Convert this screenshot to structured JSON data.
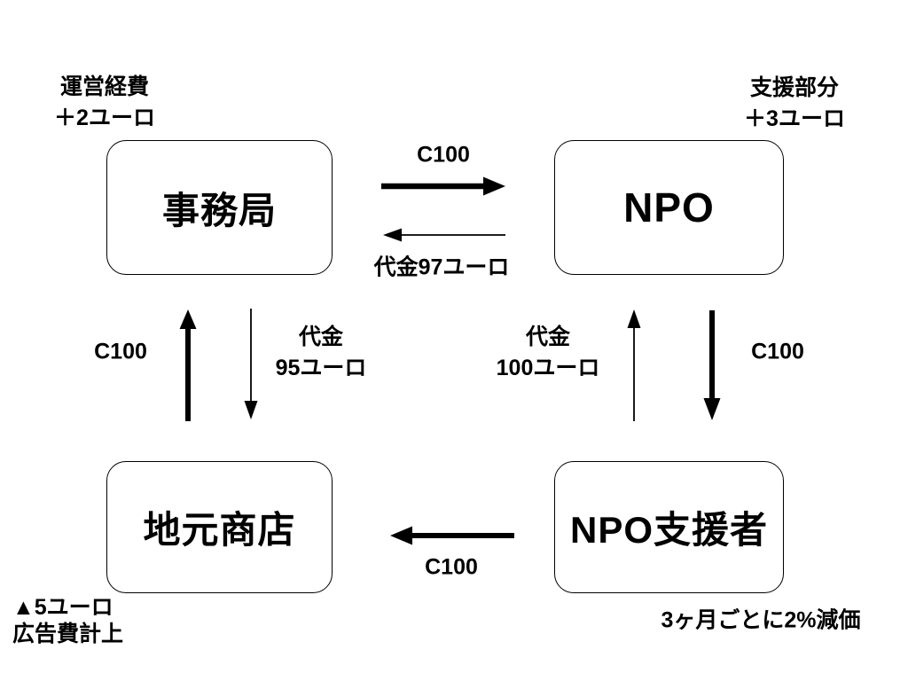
{
  "background": "#ffffff",
  "colors": {
    "stroke": "#000000",
    "text": "#000000"
  },
  "nodes": {
    "office": {
      "label": "事務局"
    },
    "npo": {
      "label": "NPO"
    },
    "local_shops": {
      "label": "地元商店"
    },
    "npo_supporters": {
      "label": "NPO支援者"
    }
  },
  "annotations": {
    "office_note": {
      "line1": "運営経費",
      "line2": "＋2ユーロ"
    },
    "npo_note": {
      "line1": "支援部分",
      "line2": "＋3ユーロ"
    },
    "shops_note": {
      "line1": "▲5ユーロ",
      "line2": "広告費計上"
    },
    "supporters_note": {
      "line1": "3ヶ月ごとに2%減価"
    }
  },
  "flows": {
    "office_to_npo": {
      "label": "C100",
      "from": "office",
      "to": "npo",
      "style": "thick"
    },
    "npo_to_office": {
      "label": "代金97ユーロ",
      "from": "npo",
      "to": "office",
      "style": "thin"
    },
    "shops_to_office": {
      "label": "C100",
      "from": "local_shops",
      "to": "office",
      "style": "thick"
    },
    "office_to_shops": {
      "line1": "代金",
      "line2": "95ユーロ",
      "from": "office",
      "to": "local_shops",
      "style": "thin"
    },
    "supporters_to_npo": {
      "line1": "代金",
      "line2": "100ユーロ",
      "from": "npo_supporters",
      "to": "npo",
      "style": "thin"
    },
    "npo_to_supporters": {
      "label": "C100",
      "from": "npo",
      "to": "npo_supporters",
      "style": "thick"
    },
    "supporters_to_shops": {
      "label": "C100",
      "from": "npo_supporters",
      "to": "local_shops",
      "style": "thick"
    }
  }
}
